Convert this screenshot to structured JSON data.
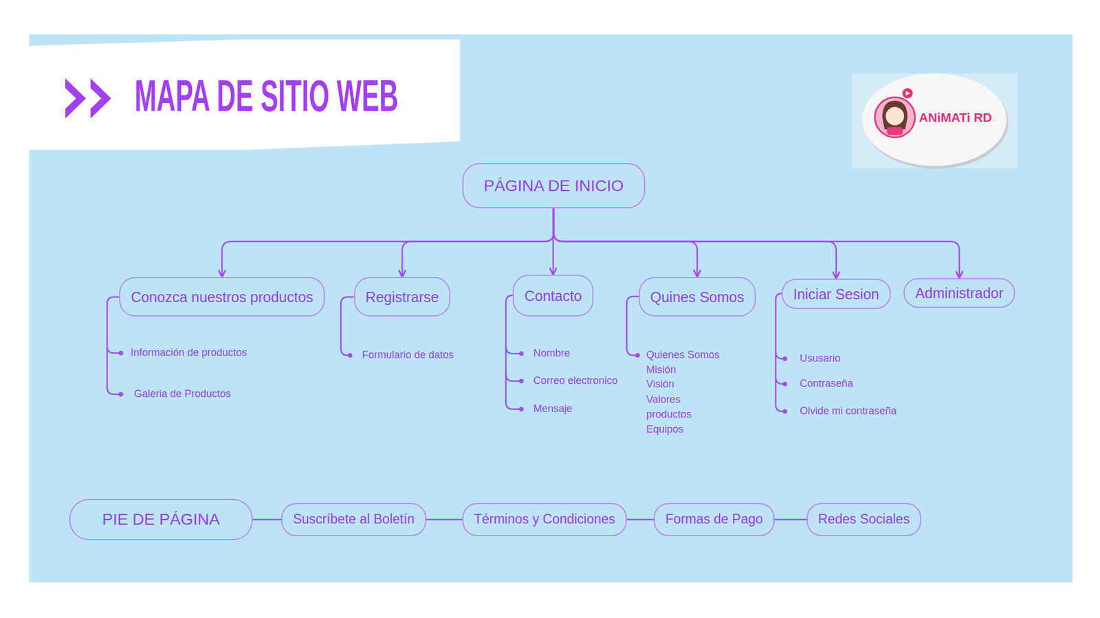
{
  "diagram": {
    "title": "MAPA DE SITIO WEB",
    "nodes": [
      {
        "text": [
          "PÁGINA DE INICIO"
        ]
      },
      {
        "text": [
          "Conozca nuestros productos"
        ]
      },
      {
        "text": [
          "Registrarse"
        ]
      },
      {
        "text": [
          "Contacto"
        ]
      },
      {
        "text": [
          "Quines Somos"
        ]
      },
      {
        "text": [
          "Iniciar Sesion"
        ]
      },
      {
        "text": [
          "Administrador"
        ]
      },
      {
        "text": [
          "PIE DE PÁGINA"
        ]
      },
      {
        "text": [
          "Suscríbete al Boletín"
        ]
      },
      {
        "text": [
          "Términos y Condiciones"
        ]
      },
      {
        "text": [
          "Formas de Pago"
        ]
      },
      {
        "text": [
          "Redes Sociales"
        ]
      }
    ],
    "edges": [
      {
        "from": 0,
        "to": 1,
        "arrow": "to"
      },
      {
        "from": 0,
        "to": 2,
        "arrow": "to"
      },
      {
        "from": 0,
        "to": 3,
        "arrow": "to"
      },
      {
        "from": 0,
        "to": 4,
        "arrow": "to"
      },
      {
        "from": 0,
        "to": 5,
        "arrow": "to"
      },
      {
        "from": 0,
        "to": 6,
        "arrow": "to"
      },
      {
        "from": 7,
        "to": 8,
        "arrow": "none"
      },
      {
        "from": 8,
        "to": 9,
        "arrow": "none"
      },
      {
        "from": 9,
        "to": 10,
        "arrow": "none"
      },
      {
        "from": 10,
        "to": 11,
        "arrow": "none"
      }
    ],
    "labels": [
      "Información de productos",
      "Galeria de Productos",
      "Formulario de datos",
      "Nombre",
      "Correo electronico",
      "Mensaje",
      "Quienes Somos",
      "Misión",
      "Visión",
      "Valores",
      "productos",
      "Equipos",
      "Ususario",
      "Contraseña",
      "Olvide mi contraseña",
      "ANiMATi RD"
    ]
  }
}
